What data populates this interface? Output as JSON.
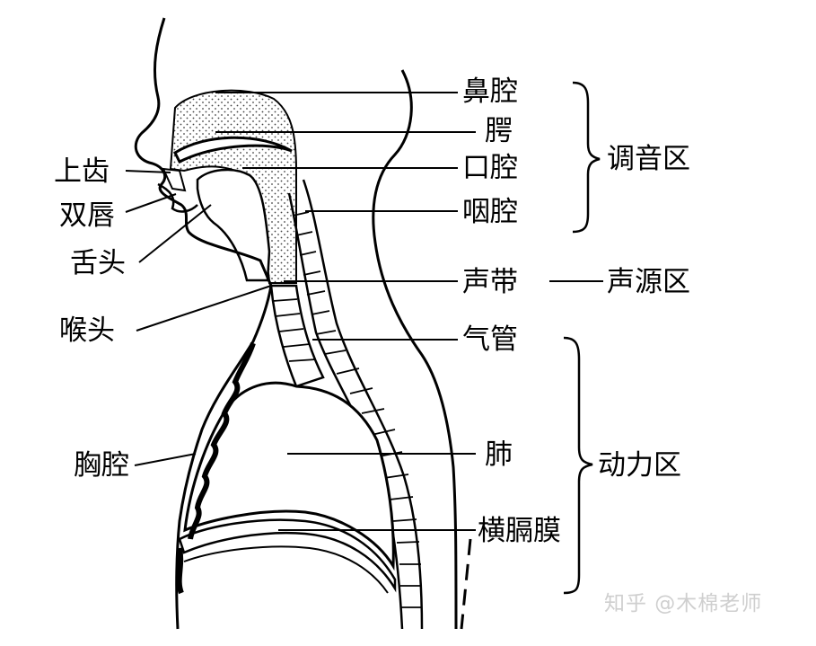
{
  "labels": {
    "nasal_cavity": "鼻腔",
    "palate": "腭",
    "oral_cavity": "口腔",
    "pharynx": "咽腔",
    "vocal_cords": "声带",
    "trachea": "气管",
    "lung": "肺",
    "diaphragm": "横膈膜",
    "upper_teeth": "上齿",
    "lips": "双唇",
    "tongue": "舌头",
    "larynx": "喉头",
    "chest_cavity": "胸腔"
  },
  "regions": {
    "articulation": "调音区",
    "sound_source": "声源区",
    "power": "动力区"
  },
  "watermark": "知乎 @木棉老师"
}
